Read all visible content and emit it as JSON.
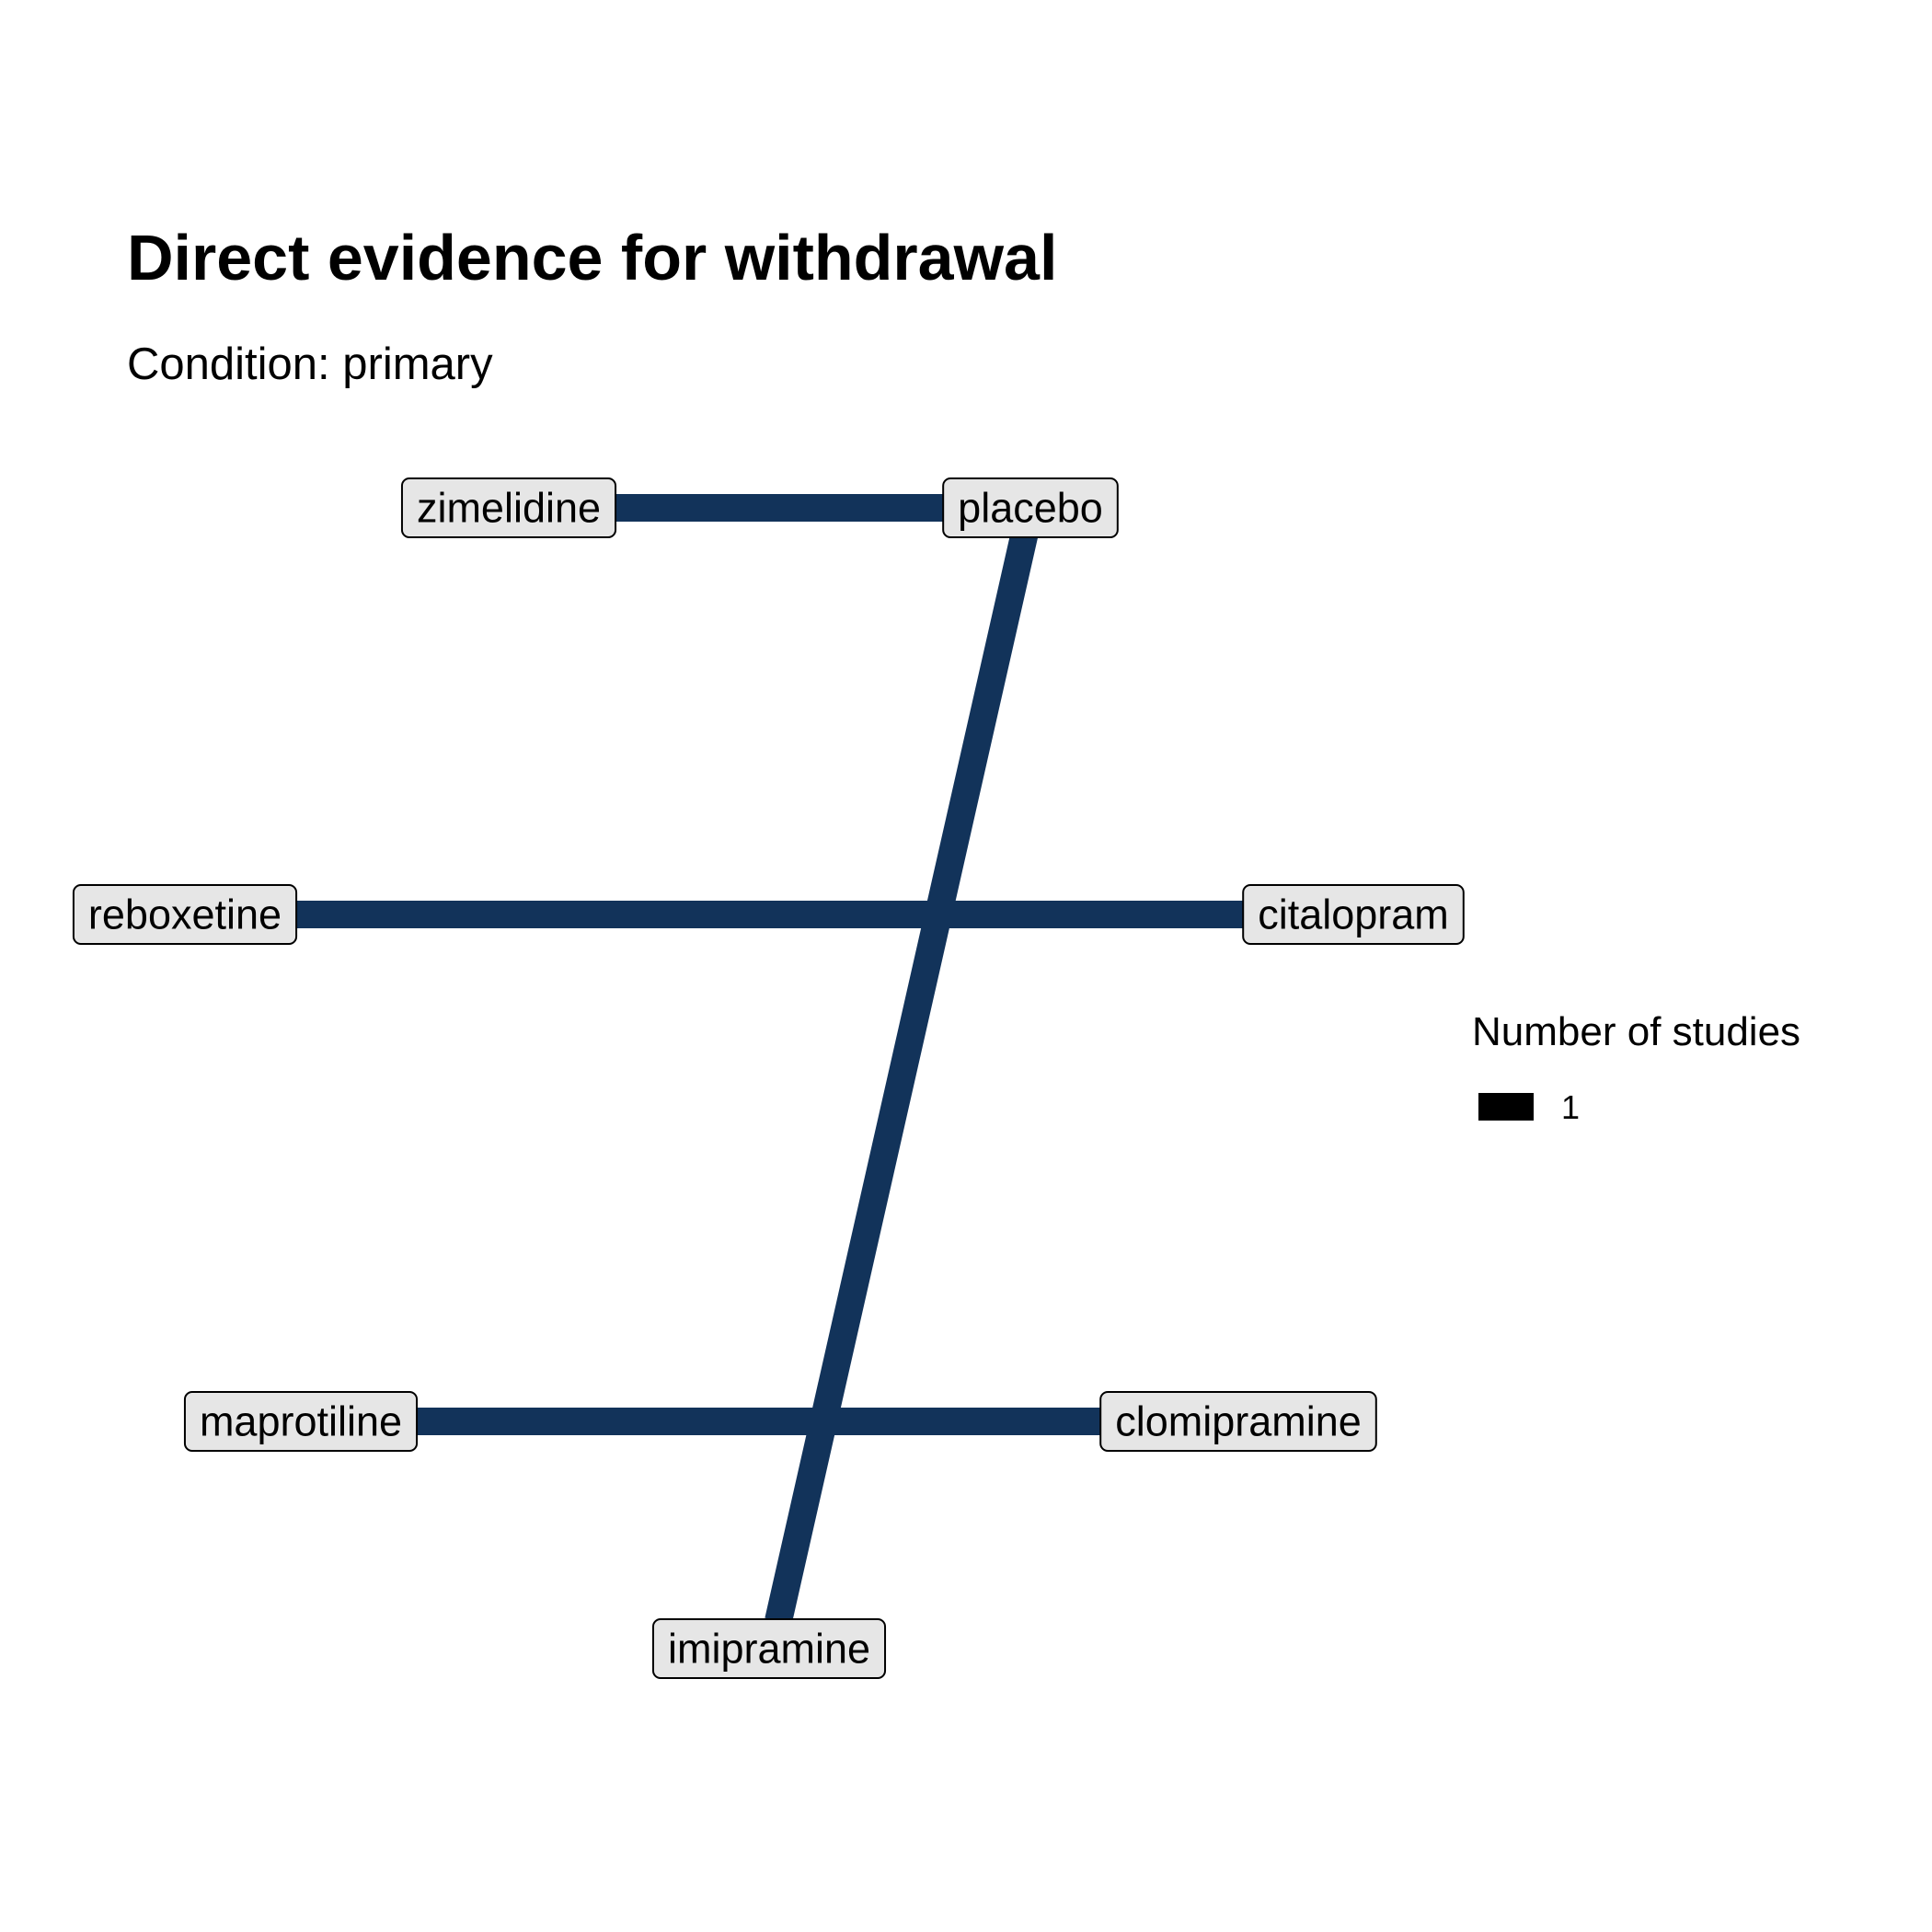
{
  "title": "Direct evidence for withdrawal",
  "subtitle": "Condition: primary",
  "colors": {
    "edge": "#12335a",
    "node_fill": "#e6e6e6",
    "node_border": "#000000",
    "legend_key": "#000000"
  },
  "nodes": [
    {
      "id": "zimelidine",
      "label": "zimelidine"
    },
    {
      "id": "placebo",
      "label": "placebo"
    },
    {
      "id": "reboxetine",
      "label": "reboxetine"
    },
    {
      "id": "citalopram",
      "label": "citalopram"
    },
    {
      "id": "maprotiline",
      "label": "maprotiline"
    },
    {
      "id": "clomipramine",
      "label": "clomipramine"
    },
    {
      "id": "imipramine",
      "label": "imipramine"
    }
  ],
  "edges": [
    {
      "from": "zimelidine",
      "to": "placebo",
      "studies": 1
    },
    {
      "from": "placebo",
      "to": "imipramine",
      "studies": 1
    },
    {
      "from": "reboxetine",
      "to": "citalopram",
      "studies": 1
    },
    {
      "from": "maprotiline",
      "to": "clomipramine",
      "studies": 1
    }
  ],
  "legend": {
    "title": "Number of studies",
    "items": [
      {
        "label": "1",
        "studies": 1
      }
    ]
  }
}
